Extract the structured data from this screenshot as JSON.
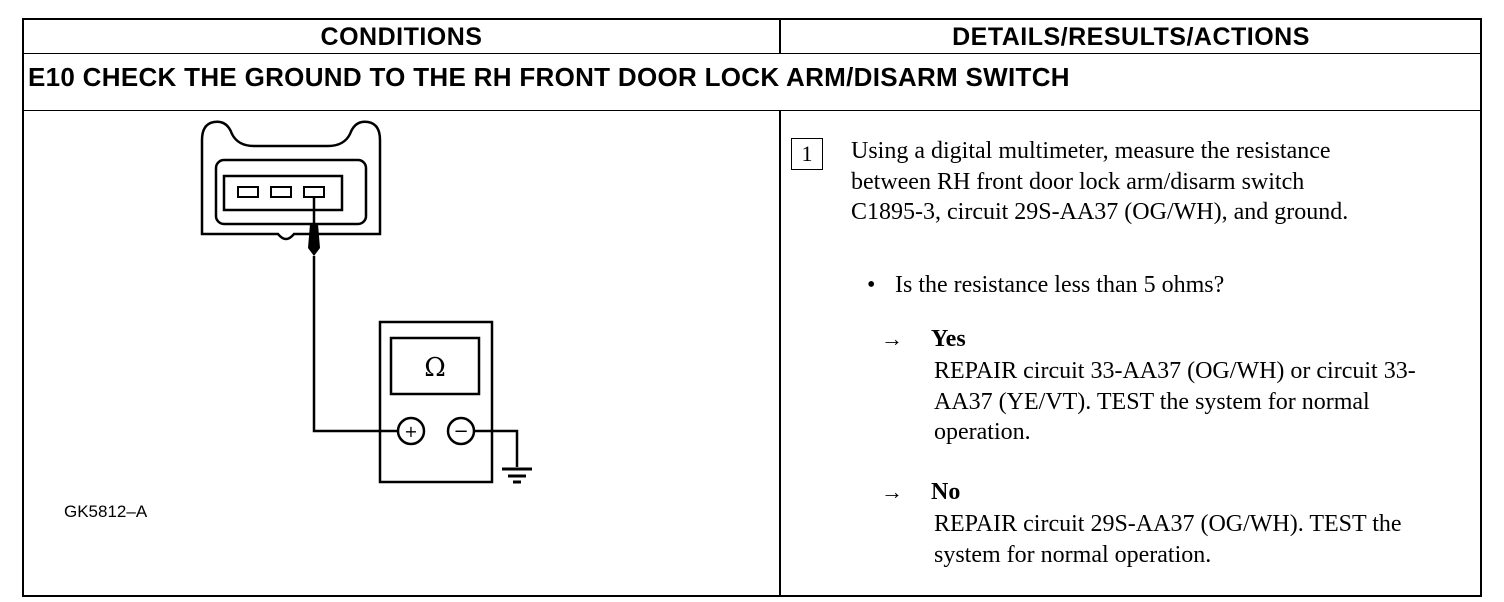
{
  "header": {
    "conditions": "CONDITIONS",
    "details": "DETAILS/RESULTS/ACTIONS"
  },
  "step": {
    "title": "E10 CHECK THE GROUND TO THE RH FRONT DOOR LOCK ARM/DISARM SWITCH",
    "number": "1",
    "instruction": "Using a digital multimeter, measure the resistance between RH front door lock arm/disarm switch C1895-3, circuit 29S-AA37 (OG/WH), and ground.",
    "question": "Is the resistance less than 5 ohms?",
    "bullet": "•"
  },
  "answers": {
    "arrow": "→",
    "yes_label": "Yes",
    "yes_action": "REPAIR circuit 33-AA37 (OG/WH) or circuit 33-AA37 (YE/VT). TEST the system for normal operation.",
    "no_label": "No",
    "no_action": "REPAIR circuit 29S-AA37 (OG/WH). TEST the system for normal operation."
  },
  "diagram": {
    "figure_code": "GK5812–A",
    "meter_symbol": "Ω",
    "plus": "+",
    "minus": "−"
  }
}
